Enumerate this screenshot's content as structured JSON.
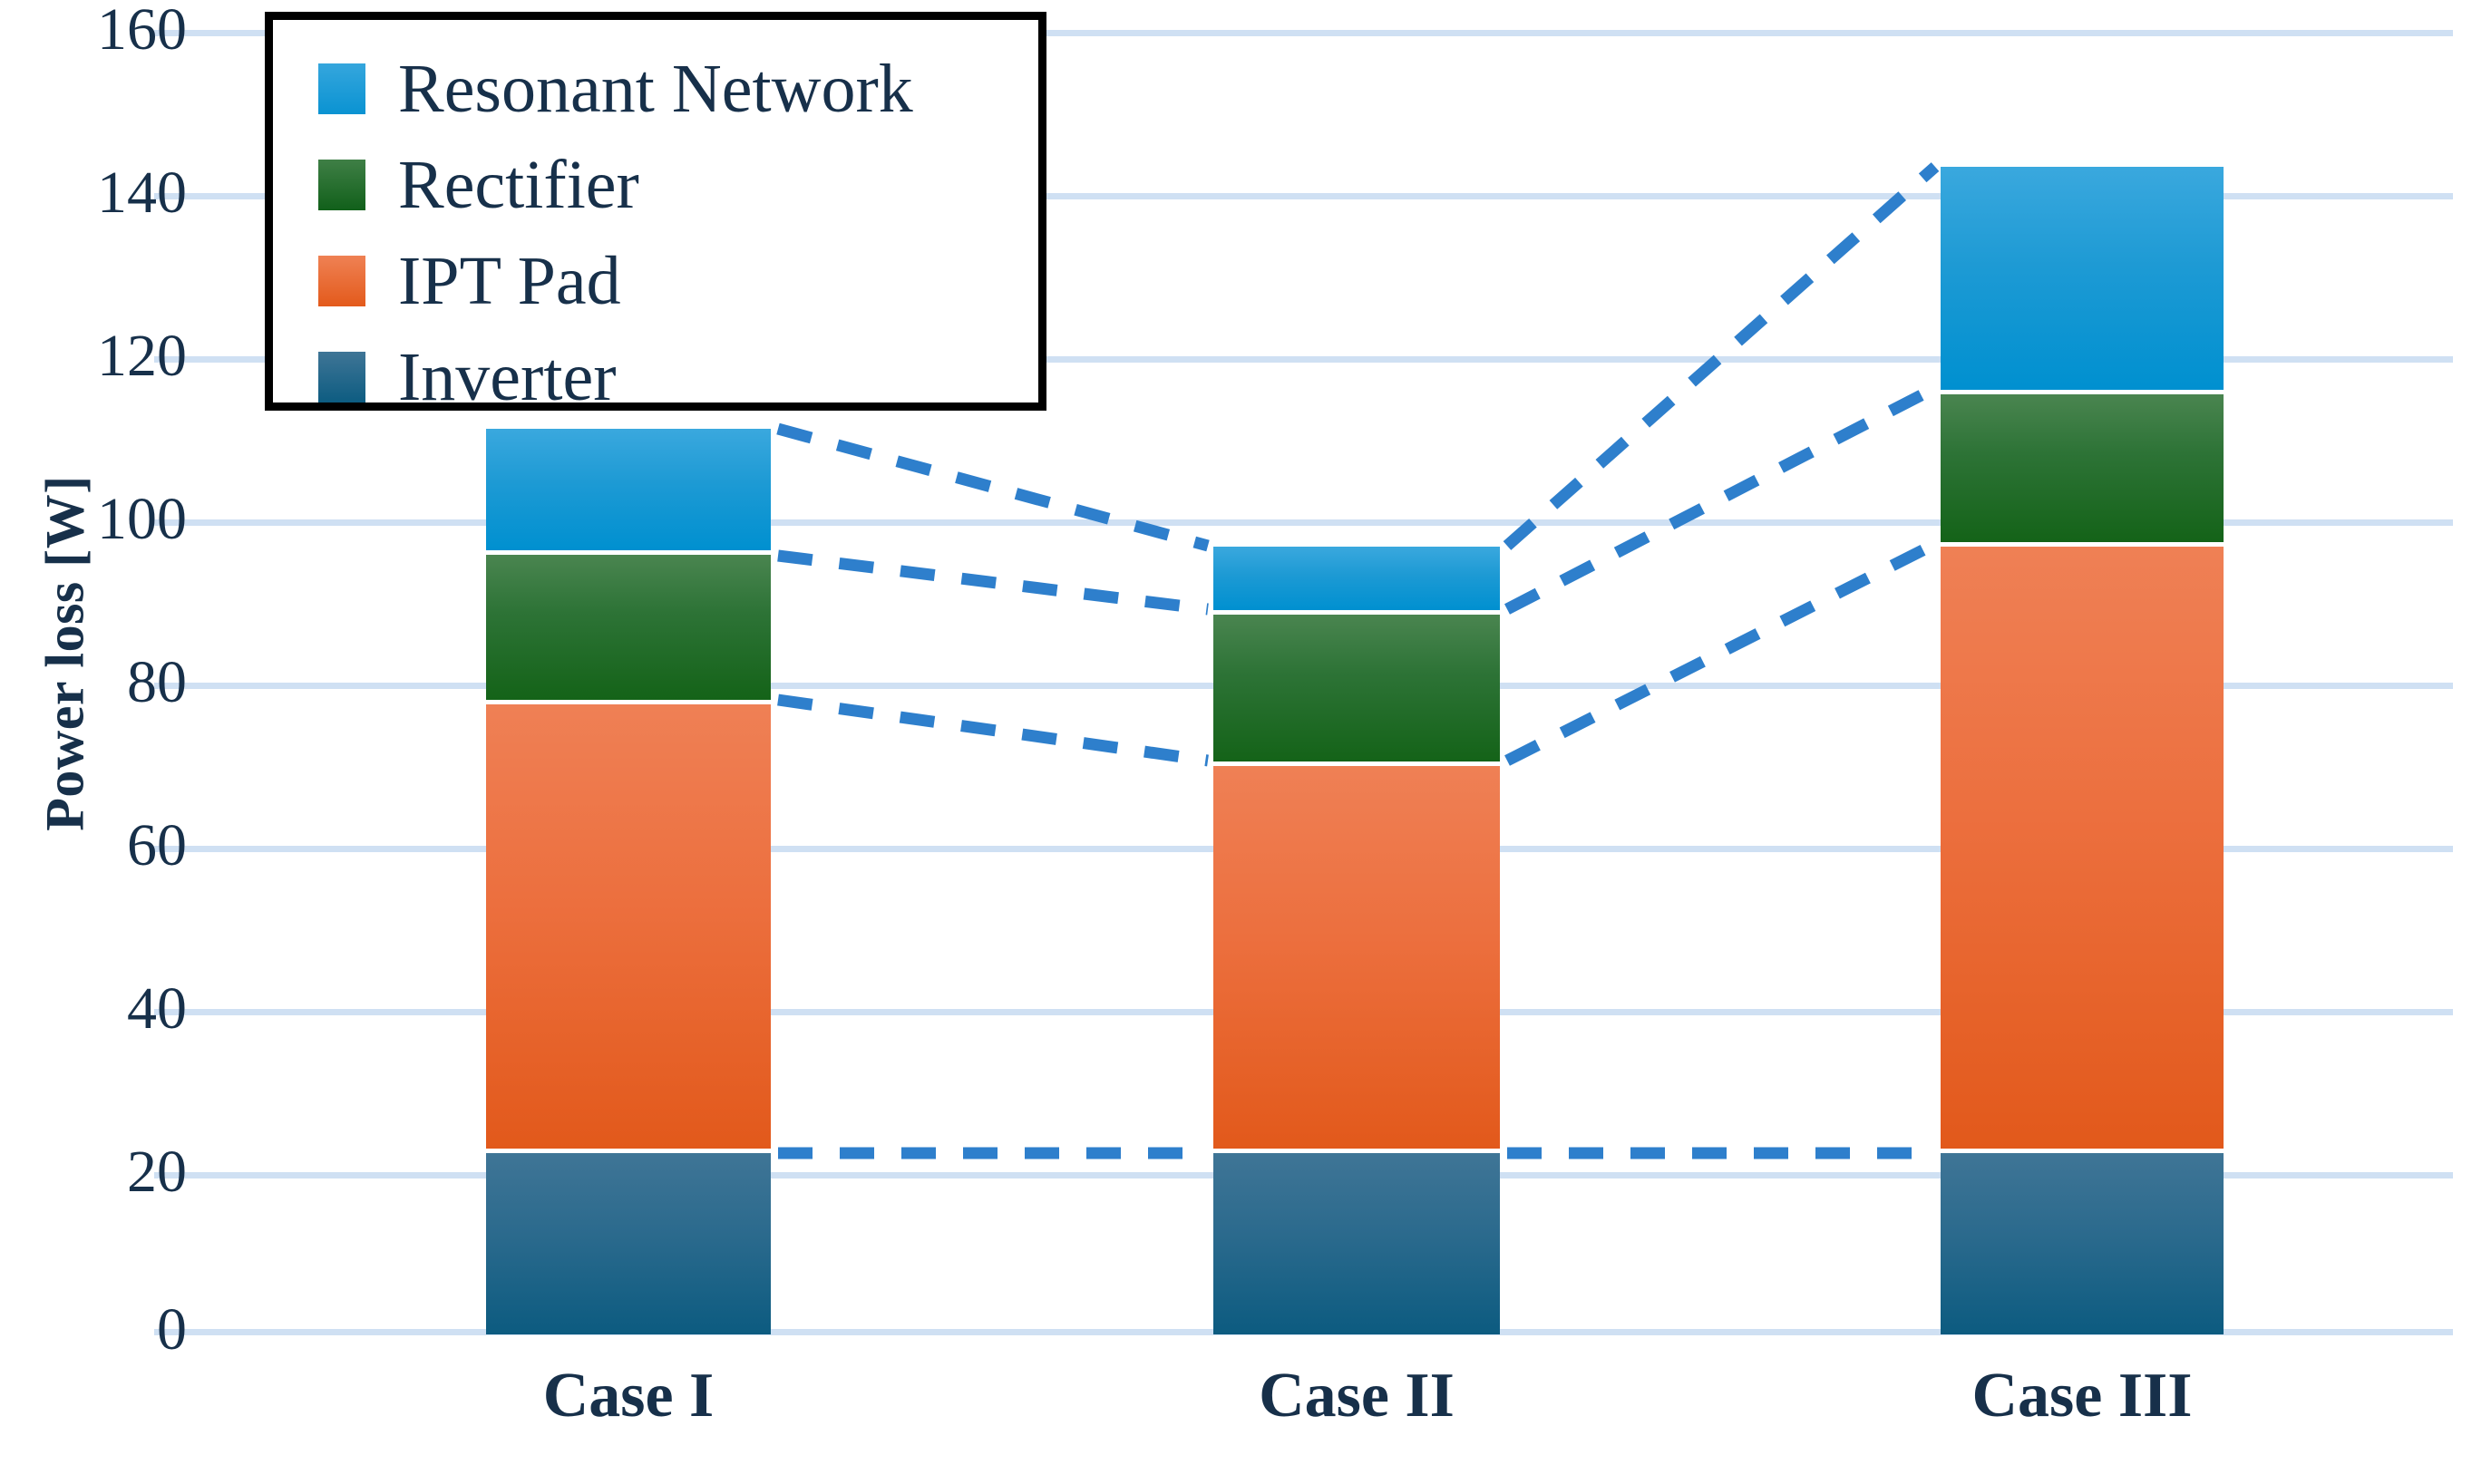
{
  "chart_data": {
    "type": "bar",
    "stacked": true,
    "title": "",
    "xlabel": "",
    "ylabel": "Power loss [W]",
    "ylim": [
      0,
      160
    ],
    "ytick_step": 20,
    "ytick_labels": [
      "160",
      "140",
      "120",
      "100",
      "80",
      "60",
      "40",
      "20",
      "0"
    ],
    "ytick_values": [
      160,
      140,
      120,
      100,
      80,
      60,
      40,
      20,
      0
    ],
    "grid": true,
    "grid_axis": "y",
    "legend_position": "upper-left-inside",
    "categories": [
      "Case I",
      "Case II",
      "Case III"
    ],
    "series": [
      {
        "name": "Inverter",
        "color": "#2b6a8d",
        "values": [
          22.2,
          22.2,
          22.2
        ]
      },
      {
        "name": "IPT Pad",
        "color": "#ec6f3e",
        "values": [
          55.0,
          47.5,
          74.2
        ]
      },
      {
        "name": "Rectifier",
        "color": "#2d7336",
        "values": [
          18.4,
          18.6,
          18.8
        ]
      },
      {
        "name": "Resonant Network",
        "color": "#1d9ad4",
        "values": [
          15.5,
          8.4,
          28.0
        ]
      }
    ],
    "cumulative_tops": {
      "Case I": {
        "Inverter": 22.2,
        "IPT Pad": 77.2,
        "Rectifier": 95.6,
        "Resonant Network": 111.1
      },
      "Case II": {
        "Inverter": 22.2,
        "IPT Pad": 69.7,
        "Rectifier": 88.3,
        "Resonant Network": 96.7
      },
      "Case III": {
        "Inverter": 22.2,
        "IPT Pad": 96.4,
        "Rectifier": 115.2,
        "Resonant Network": 143.2
      }
    },
    "annotations": {
      "connector_style": "dashed",
      "connector_color": "#2e7fcc",
      "description": "Dashed trend lines link the cumulative boundary of each stacked segment across Case I, Case II and Case III."
    }
  },
  "axis": {
    "y_title": "Power loss [W]",
    "ticks": [
      {
        "label": "160",
        "value": 160
      },
      {
        "label": "140",
        "value": 140
      },
      {
        "label": "120",
        "value": 120
      },
      {
        "label": "100",
        "value": 100
      },
      {
        "label": "80",
        "value": 80
      },
      {
        "label": "60",
        "value": 60
      },
      {
        "label": "40",
        "value": 40
      },
      {
        "label": "20",
        "value": 20
      },
      {
        "label": "0",
        "value": 0
      }
    ]
  },
  "categories": [
    {
      "label": "Case I"
    },
    {
      "label": "Case II"
    },
    {
      "label": "Case III"
    }
  ],
  "legend": {
    "items": [
      {
        "label": "Resonant Network",
        "color": "#1d9ad4"
      },
      {
        "label": "Rectifier",
        "color": "#2d7336"
      },
      {
        "label": "IPT Pad",
        "color": "#ec6f3e"
      },
      {
        "label": "Inverter",
        "color": "#2b6a8d"
      }
    ]
  },
  "colors": {
    "grid": "#cfe0f3",
    "text": "#17304a",
    "connector": "#2e7fcc",
    "legend_border": "#000000",
    "background": "#ffffff"
  }
}
